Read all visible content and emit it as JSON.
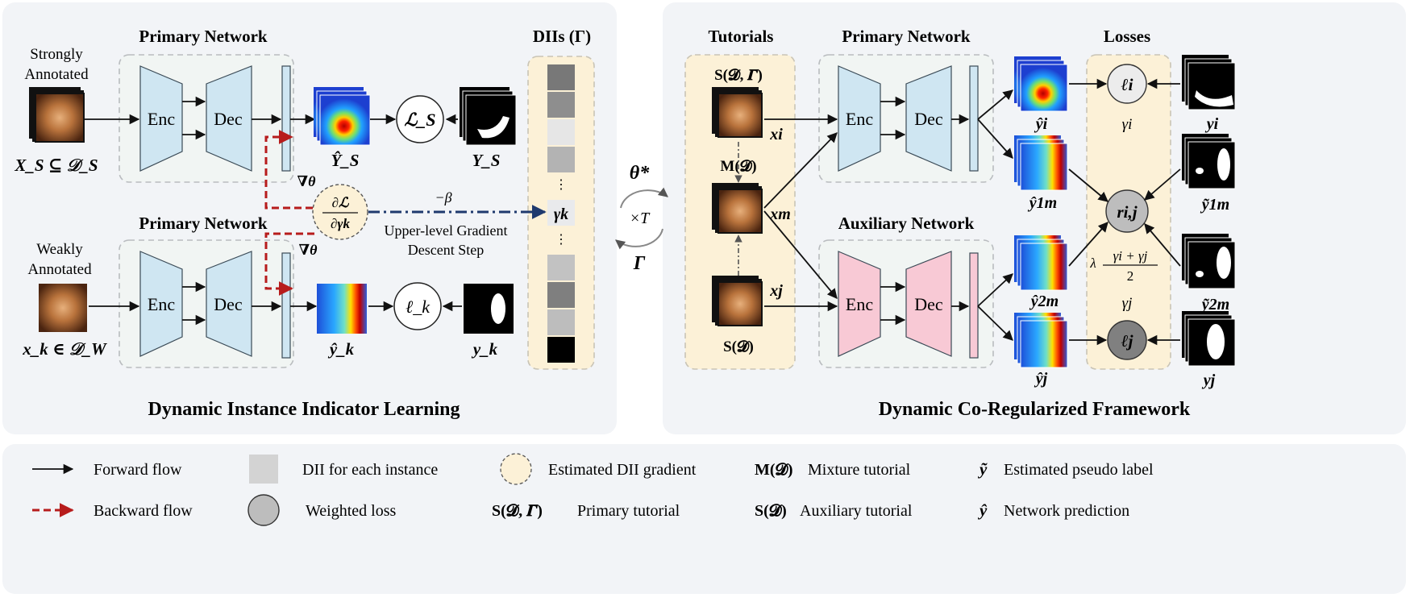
{
  "left_panel": {
    "title": "Dynamic Instance Indicator Learning",
    "primary_network_top": "Primary Network",
    "primary_network_bottom": "Primary Network",
    "dii_title": "DIIs (Γ)",
    "strongly_annotated": [
      "Strongly",
      "Annotated"
    ],
    "weakly_annotated": [
      "Weakly",
      "Annotated"
    ],
    "enc": "Enc",
    "dec": "Dec",
    "xs_label": "X_S ⊆ 𝒟_S",
    "xk_label": "x_k ∈ 𝒟_W",
    "ys_hat": "Ŷ_S",
    "ys": "Y_S",
    "yk_hat": "ŷ_k",
    "yk": "y_k",
    "loss_s": "ℒ_S",
    "loss_k": "ℓ_k",
    "nabla_theta": "∇θ",
    "grad_top": "∂ℒ",
    "grad_bottom": "∂γk",
    "minus_beta": "−β",
    "gamma_k": "γk",
    "upper_level": [
      "Upper-level Gradient",
      "Descent Step"
    ],
    "dii_colors": [
      "#787878",
      "#8e8e8e",
      "#e6e6e6",
      "#b3b3b3",
      "#c2c2c2",
      "#7f7f7f",
      "#bdbdbd",
      "#000000"
    ]
  },
  "middle": {
    "theta_star": "θ*",
    "times_t": "×T",
    "gamma": "Γ"
  },
  "right_panel": {
    "title": "Dynamic Co-Regularized Framework",
    "tutorials": "Tutorials",
    "primary_network": "Primary Network",
    "auxiliary_network": "Auxiliary Network",
    "losses": "Losses",
    "s_d_gamma": "S(𝓓, 𝜞)",
    "m_d": "M(𝓓)",
    "s_d": "S(𝓓)",
    "x_i": "xi",
    "x_m": "xm",
    "x_j": "xj",
    "enc": "Enc",
    "dec": "Dec",
    "y_i_hat": "ŷi",
    "y_1m_hat": "ŷ1m",
    "y_2m_hat": "ŷ2m",
    "y_j_hat": "ŷj",
    "loss_i": "ℓi",
    "loss_j": "ℓj",
    "r_ij": "ri,j",
    "gamma_i": "γi",
    "gamma_j": "γj",
    "lambda_num": "γi + γj",
    "lambda_den": "2",
    "lambda": "λ",
    "y_i": "yi",
    "y_1m": "ỹ1m",
    "y_2m": "ỹ2m",
    "y_j": "yj"
  },
  "legend": {
    "forward_flow": "Forward flow",
    "backward_flow": "Backward flow",
    "dii_each": "DII for each instance",
    "weighted_loss": "Weighted loss",
    "est_dii_grad": "Estimated DII gradient",
    "mixture_key": "M(𝓓)",
    "mixture_label": "Mixture tutorial",
    "primary_key": "S(𝓓, 𝜞)",
    "primary_label": "Primary tutorial",
    "auxiliary_key": "S(𝓓)",
    "auxiliary_label": "Auxiliary tutorial",
    "pseudo_key": "ỹ",
    "pseudo_label": "Estimated pseudo label",
    "pred_key": "ŷ",
    "pred_label": "Network prediction"
  }
}
